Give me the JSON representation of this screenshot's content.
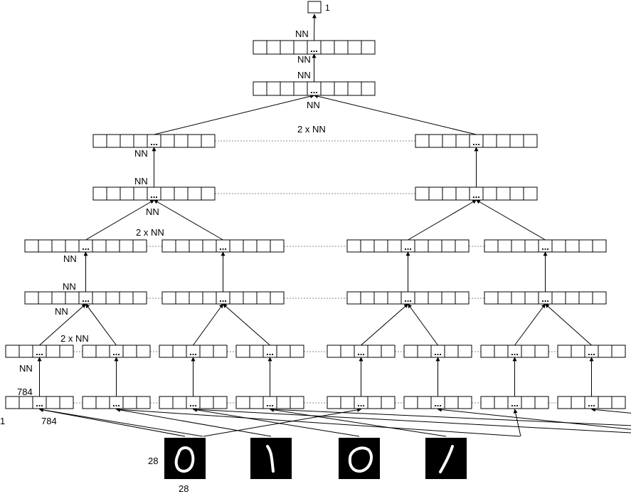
{
  "labels": {
    "output_size": "1",
    "nn": "NN",
    "double_nn": "2 x NN",
    "input_dim": "784",
    "input_index": "1",
    "image_size": "28",
    "dots": "..."
  },
  "digits": [
    {
      "value": "0",
      "style": "zero-upright"
    },
    {
      "value": "1",
      "style": "one-curved"
    },
    {
      "value": "0",
      "style": "zero-wide"
    },
    {
      "value": "1",
      "style": "one-slanted"
    }
  ],
  "colors": {
    "stroke": "#000000",
    "image_bg": "#000000",
    "digit": "#ffffff",
    "link": "#888888"
  }
}
